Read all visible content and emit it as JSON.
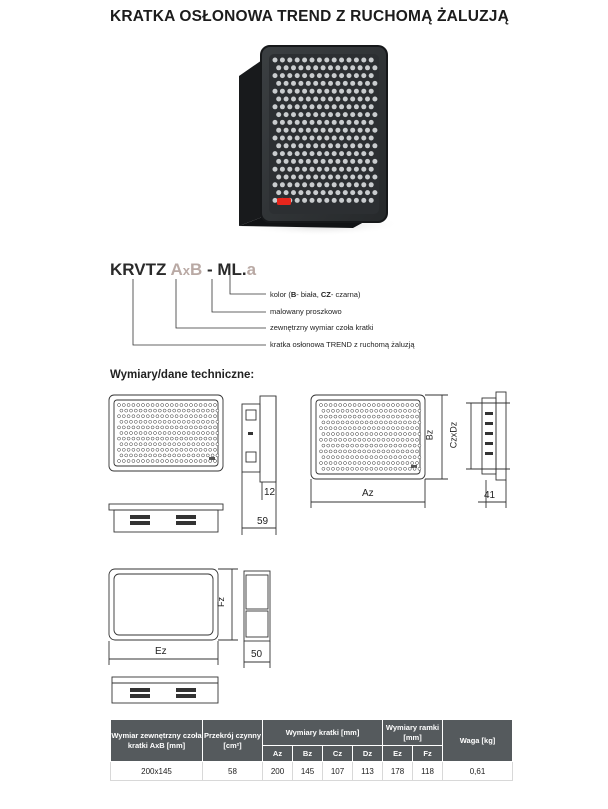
{
  "title": "KRATKA OSŁONOWA TREND Z RUCHOMĄ ŻALUZJĄ",
  "code": {
    "base": "KRVTZ ",
    "a": "A",
    "x": "x",
    "b": "B",
    "ml": " - ML",
    "dot": ".",
    "suffix": "a"
  },
  "legend": {
    "kolor": {
      "pre": "kolor (",
      "b": "B",
      "mid": "- biała, ",
      "cz": "CZ",
      "post": "- czarna)"
    },
    "malowany": "malowany proszkowo",
    "zewnetrzny": "zewnętrzny wymiar czoła kratki",
    "kratka": "kratka osłonowa TREND z ruchomą żaluzją"
  },
  "section_title": "Wymiary/dane techniczne:",
  "dims": {
    "d12": "12",
    "d59": "59",
    "az": "Az",
    "bz": "Bz",
    "czdz": "CzxDz",
    "d41": "41",
    "fz": "Fz",
    "ez": "Ez",
    "d50": "50"
  },
  "table": {
    "headers": {
      "wymiar": "Wymiar zewnętrzny czoła kratki AxB [mm]",
      "przekroj": "Przekrój czynny [cm²]",
      "wymiary_kratki": "Wymiary kratki [mm]",
      "wymiary_ramki": "Wymiary ramki [mm]",
      "waga": "Waga [kg]",
      "az": "Az",
      "bz": "Bz",
      "cz": "Cz",
      "dz": "Dz",
      "ez": "Ez",
      "fz": "Fz"
    },
    "row": {
      "wymiar": "200x145",
      "przekroj": "58",
      "az": "200",
      "bz": "145",
      "cz": "107",
      "dz": "113",
      "ez": "178",
      "fz": "118",
      "waga": "0,61"
    }
  },
  "colors": {
    "grille": "#303437",
    "frame": "#1f2225",
    "accent": "#e8261c",
    "header": "#555a5d"
  }
}
